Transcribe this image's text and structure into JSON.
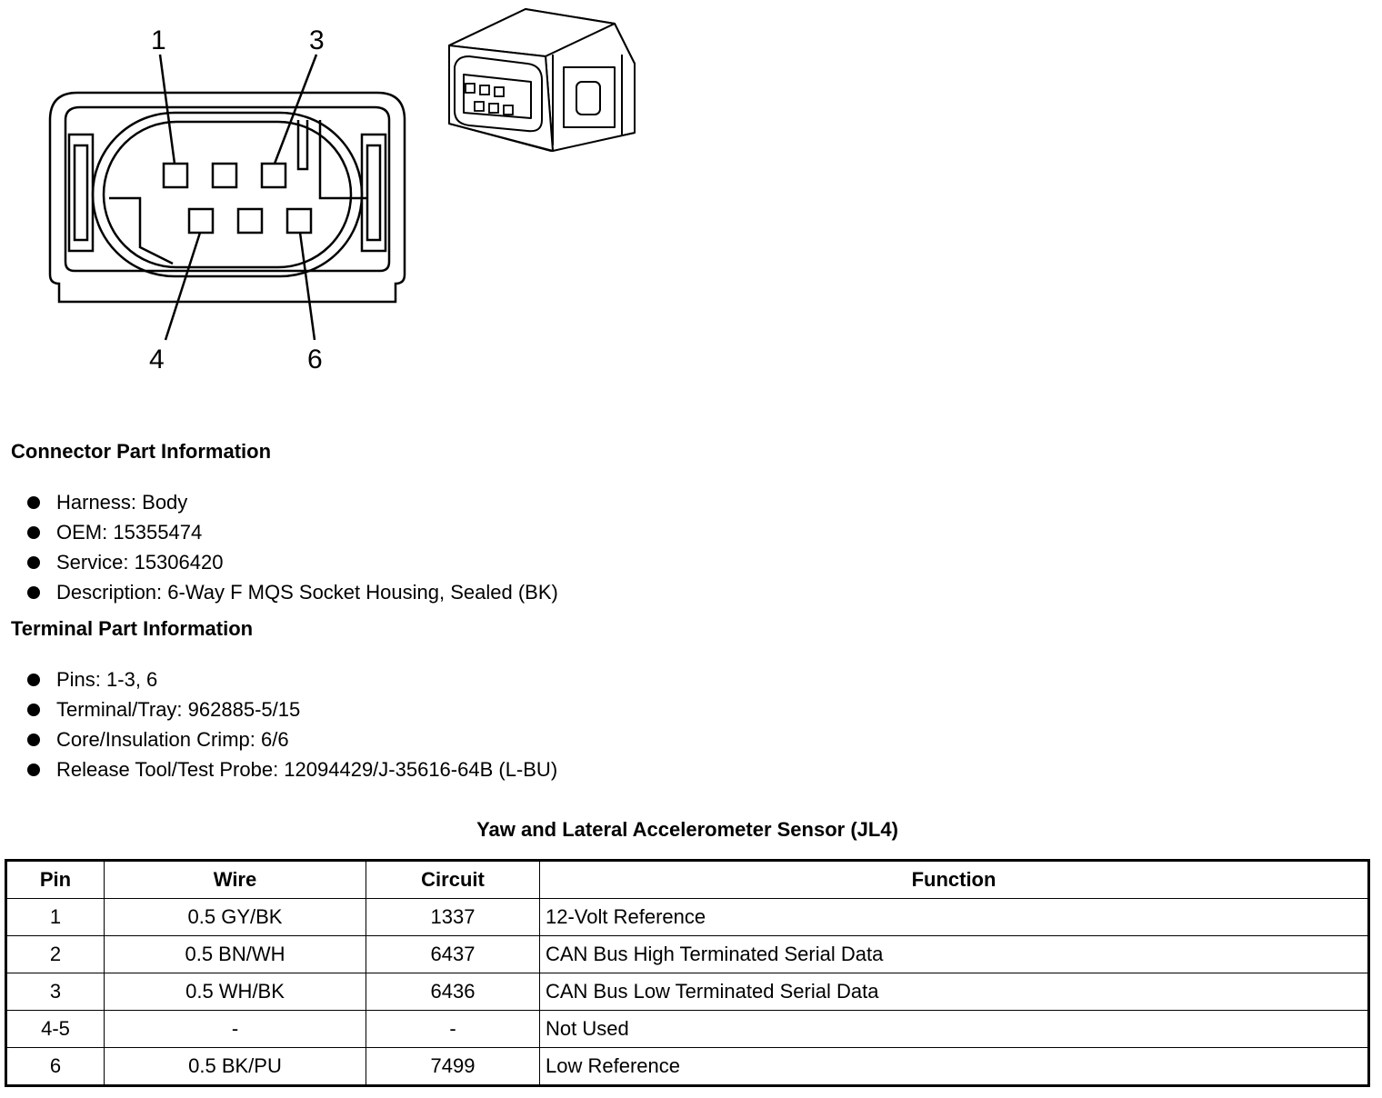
{
  "diagram": {
    "pin_labels": [
      "1",
      "3",
      "4",
      "6"
    ]
  },
  "connector_info": {
    "title": "Connector Part Information",
    "items": [
      "Harness: Body",
      "OEM: 15355474",
      "Service: 15306420",
      "Description: 6-Way F MQS Socket Housing, Sealed (BK)"
    ]
  },
  "terminal_info": {
    "title": "Terminal Part Information",
    "items": [
      "Pins: 1-3, 6",
      "Terminal/Tray: 962885-5/15",
      "Core/Insulation Crimp: 6/6",
      "Release Tool/Test Probe: 12094429/J-35616-64B (L-BU)"
    ]
  },
  "table": {
    "title": "Yaw and Lateral Accelerometer Sensor (JL4)",
    "headers": [
      "Pin",
      "Wire",
      "Circuit",
      "Function"
    ],
    "rows": [
      [
        "1",
        "0.5 GY/BK",
        "1337",
        "12-Volt Reference"
      ],
      [
        "2",
        "0.5 BN/WH",
        "6437",
        "CAN Bus High Terminated Serial Data"
      ],
      [
        "3",
        "0.5 WH/BK",
        "6436",
        "CAN Bus Low Terminated Serial Data"
      ],
      [
        "4-5",
        "-",
        "-",
        "Not Used"
      ],
      [
        "6",
        "0.5 BK/PU",
        "7499",
        "Low Reference"
      ]
    ]
  }
}
